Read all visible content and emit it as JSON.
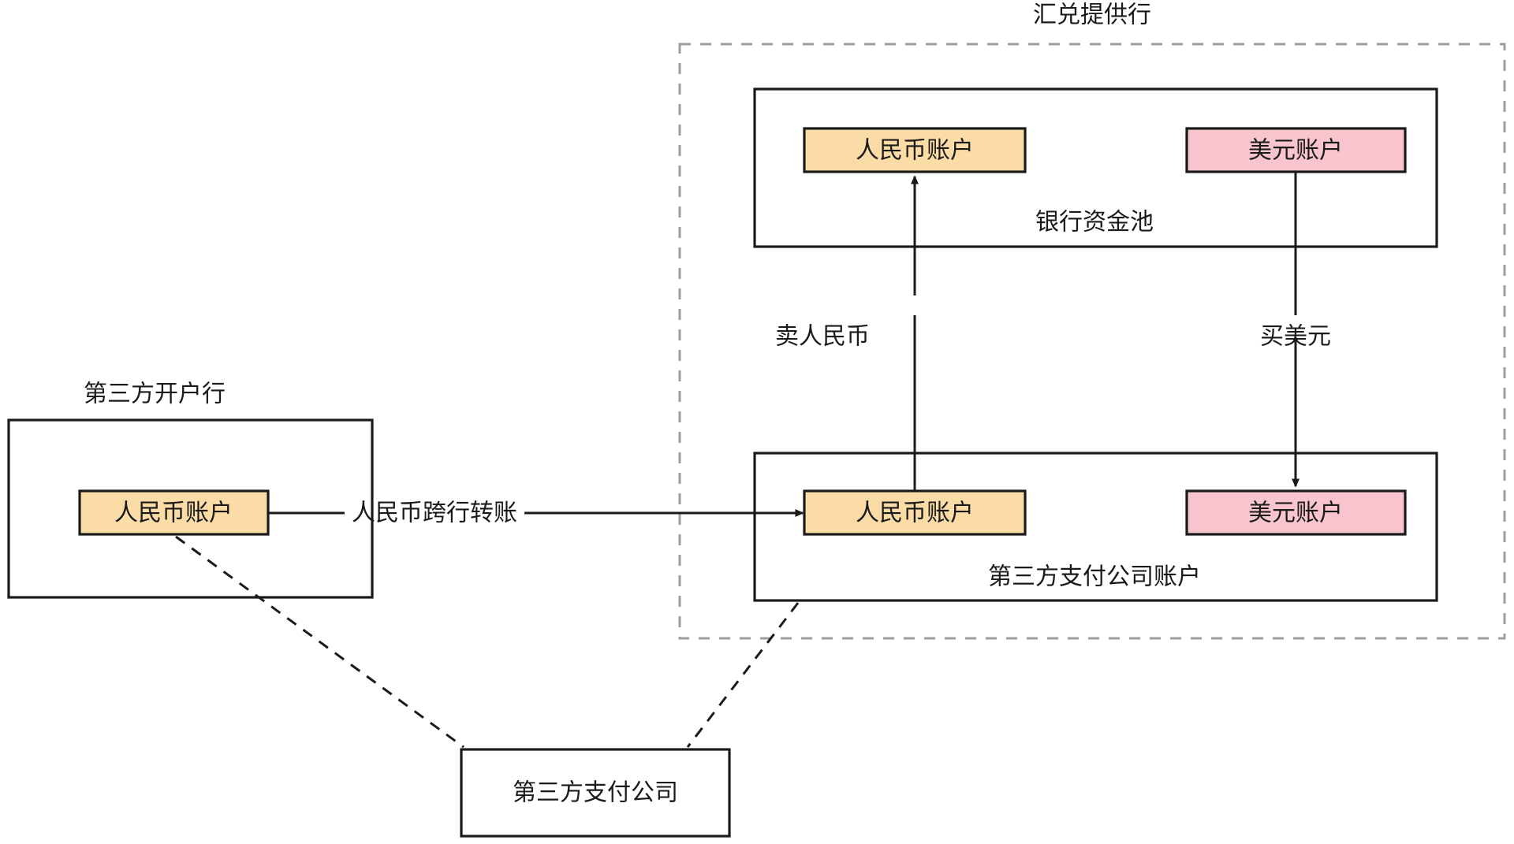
{
  "diagram": {
    "title_groups": {
      "exchange_provider_bank": "汇兑提供行",
      "third_party_account_bank": "第三方开户行"
    },
    "containers": {
      "bank_fund_pool_caption": "银行资金池",
      "payment_company_account_caption": "第三方支付公司账户"
    },
    "accounts": {
      "pool_rmb": "人民币账户",
      "pool_usd": "美元账户",
      "payco_rmb": "人民币账户",
      "payco_usd": "美元账户",
      "origin_rmb": "人民币账户"
    },
    "entities": {
      "third_party_payment_company": "第三方支付公司"
    },
    "edges": {
      "interbank_transfer": "人民币跨行转账",
      "sell_rmb": "卖人民币",
      "buy_usd": "买美元"
    },
    "colors": {
      "rmb_fill": "#FBDCA6",
      "usd_fill": "#F8C5CE",
      "stroke": "#1a1a1a",
      "dashed_stroke": "#9e9e9e",
      "background": "#ffffff"
    }
  }
}
